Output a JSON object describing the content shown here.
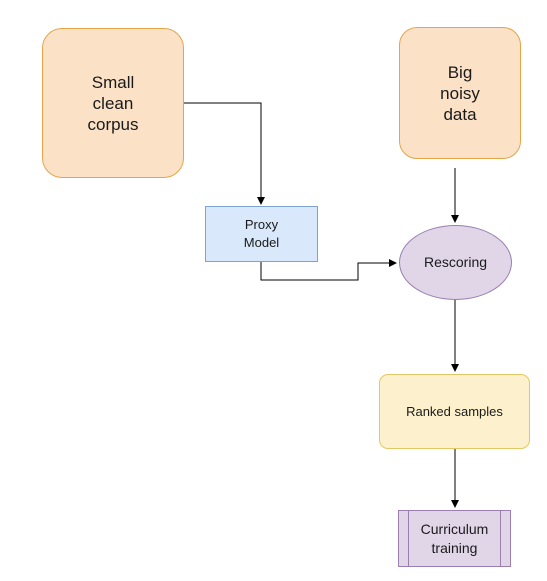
{
  "diagram": {
    "nodes": {
      "small_clean_corpus": {
        "label": "Small\nclean\ncorpus",
        "fill": "#fbe1c6",
        "stroke": "#e3a54a"
      },
      "big_noisy_data": {
        "label": "Big\nnoisy\ndata",
        "fill": "#fbe1c6",
        "stroke": "#e3a54a"
      },
      "proxy_model": {
        "label": "Proxy\nModel",
        "fill": "#d9e8fb",
        "stroke": "#7ea3d2"
      },
      "rescoring": {
        "label": "Rescoring",
        "fill": "#e1d5e8",
        "stroke": "#9a7fb0"
      },
      "ranked_samples": {
        "label": "Ranked samples",
        "fill": "#fdf1cd",
        "stroke": "#e3c766"
      },
      "curriculum_training": {
        "label": "Curriculum\ntraining",
        "fill": "#e1d5e8",
        "stroke": "#9a7fb0"
      }
    },
    "edges": [
      {
        "from": "small_clean_corpus",
        "to": "proxy_model"
      },
      {
        "from": "big_noisy_data",
        "to": "rescoring"
      },
      {
        "from": "proxy_model",
        "to": "rescoring"
      },
      {
        "from": "rescoring",
        "to": "ranked_samples"
      },
      {
        "from": "ranked_samples",
        "to": "curriculum_training"
      }
    ]
  }
}
